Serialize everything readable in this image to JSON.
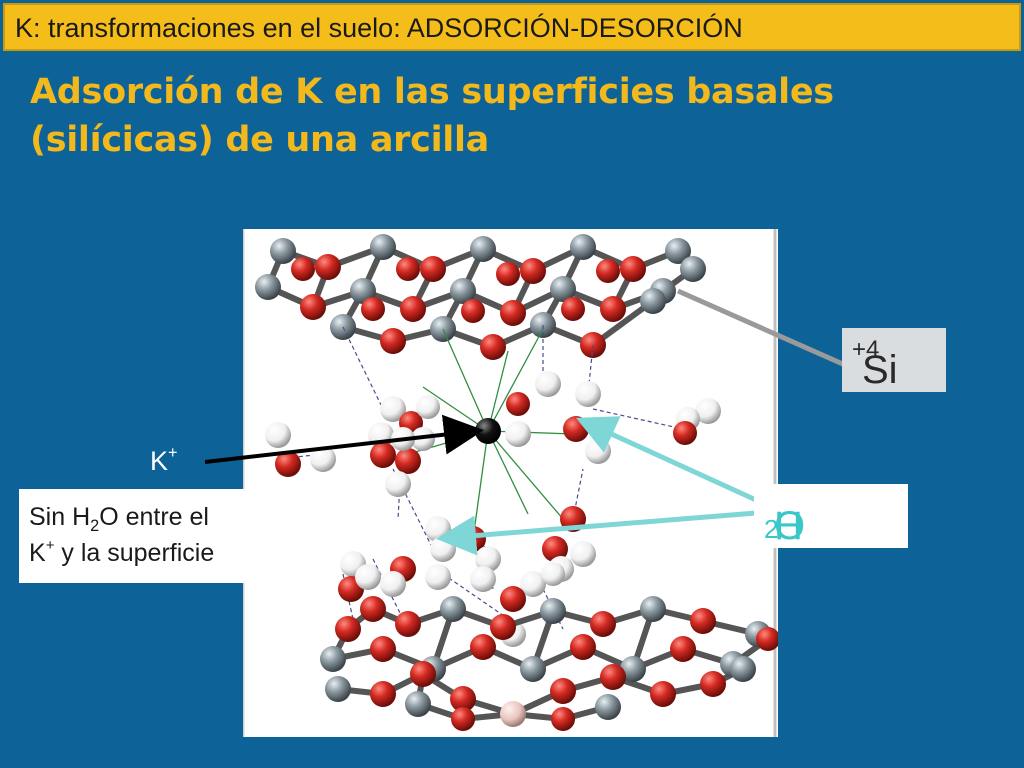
{
  "title": "K: transformaciones en el suelo: ADSORCIÓN-DESORCIÓN",
  "subtitle_line1": "Adsorción de K en las superficies basales",
  "subtitle_line2": "(silícicas) de una arcilla",
  "labels": {
    "si_base": "Si",
    "si_charge": "+4",
    "h2o_h": "H",
    "h2o_sub": "2",
    "h2o_o": "O",
    "k_base": "K",
    "k_charge": "+"
  },
  "note": {
    "line1_a": "Sin H",
    "line1_sub": "2",
    "line1_b": "O entre el",
    "line2_a": "K",
    "line2_sup": "+",
    "line2_b": " y la superficie"
  },
  "colors": {
    "background": "#0d6397",
    "title_bar": "#f5bd1a",
    "subtitle": "#f2b81c",
    "oxygen": "#d42a22",
    "silicon": "#8d9aa2",
    "hydrogen": "#ffffff",
    "potassium": "#111111",
    "h2o_arrow": "#7fd6d6"
  }
}
